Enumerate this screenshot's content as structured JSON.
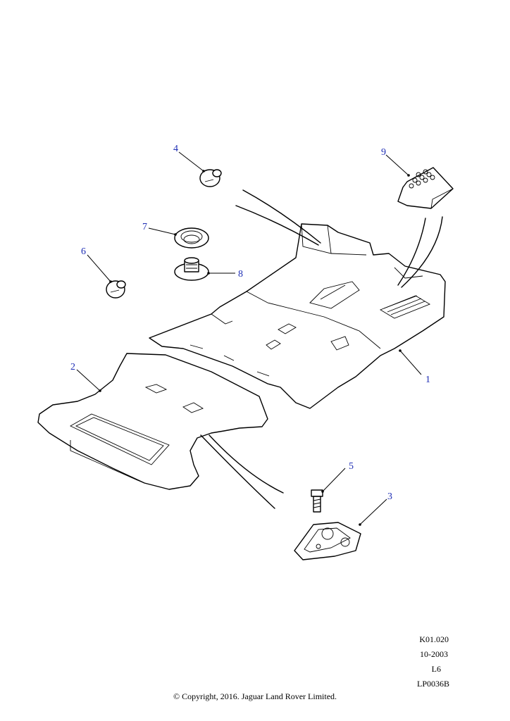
{
  "callouts": {
    "c1": "1",
    "c2": "2",
    "c3": "3",
    "c4": "4",
    "c5": "5",
    "c6": "6",
    "c7": "7",
    "c8": "8",
    "c9": "9"
  },
  "meta": {
    "code": "K01.020",
    "date": "10-2003",
    "level": "L6",
    "illustration": "LP0036B"
  },
  "copyright": "© Copyright, 2016. Jaguar Land Rover Limited."
}
